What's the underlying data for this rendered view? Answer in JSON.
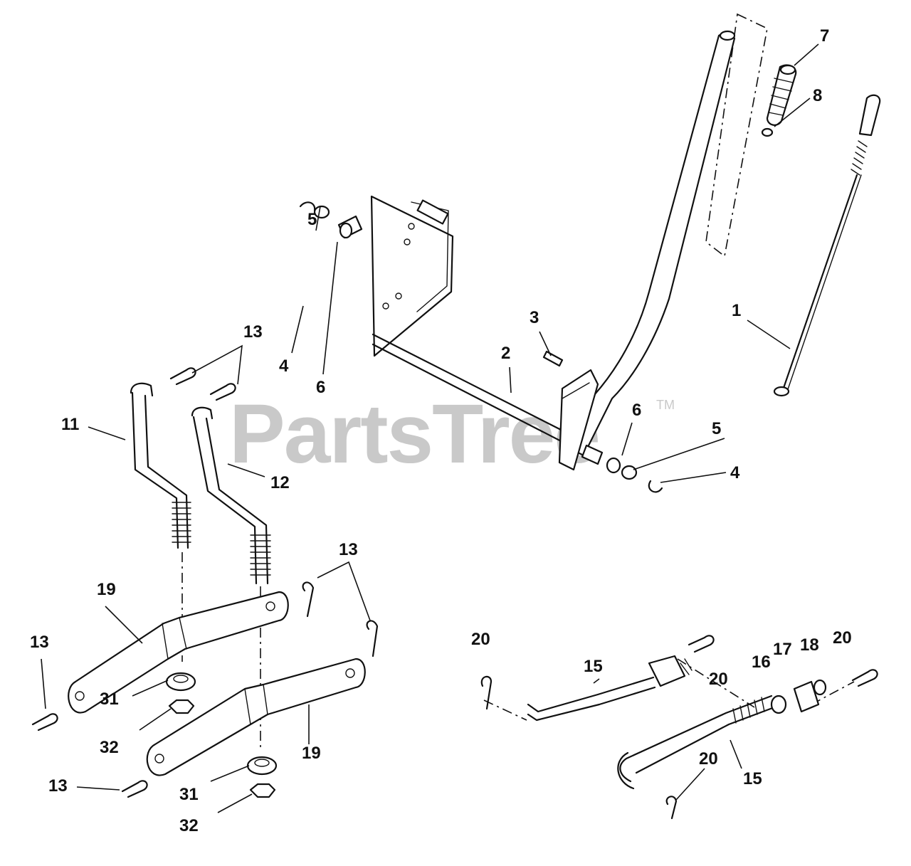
{
  "watermark": {
    "text": "PartsTree",
    "trademark": "TM"
  },
  "labels": {
    "l1": "1",
    "l2": "2",
    "l3": "3",
    "l4a": "4",
    "l4b": "4",
    "l5a": "5",
    "l5b": "5",
    "l6a": "6",
    "l6b": "6",
    "l7": "7",
    "l8": "8",
    "l11": "11",
    "l12": "12",
    "l13a": "13",
    "l13b": "13",
    "l13c": "13",
    "l13d": "13",
    "l15a": "15",
    "l15b": "15",
    "l16": "16",
    "l17": "17",
    "l18": "18",
    "l19a": "19",
    "l19b": "19",
    "l20a": "20",
    "l20b": "20",
    "l20c": "20",
    "l20d": "20",
    "l31a": "31",
    "l31b": "31",
    "l32a": "32",
    "l32b": "32"
  }
}
